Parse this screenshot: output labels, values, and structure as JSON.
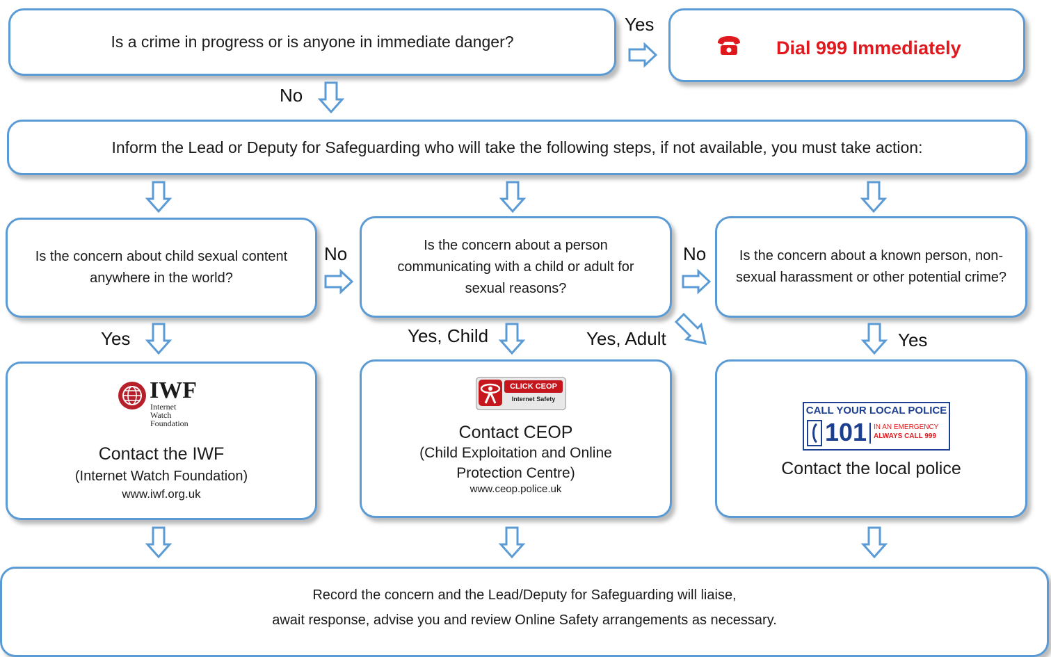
{
  "q1": "Is a crime in progress or is anyone in immediate danger?",
  "dial": "Dial 999 Immediately",
  "yes_top": "Yes",
  "no_top": "No",
  "inform": "Inform the Lead or Deputy for Safeguarding who will take the following steps, if not available, you must take action:",
  "q_left": "Is the concern about child sexual content anywhere in the world?",
  "q_mid": "Is the concern about a person communicating with a child or adult for sexual reasons?",
  "q_right": "Is the concern about a known person, non-sexual harassment or other potential crime?",
  "no_1": "No",
  "no_2": "No",
  "yes_left": "Yes",
  "yes_child": "Yes, Child",
  "yes_adult": "Yes, Adult",
  "yes_right": "Yes",
  "iwf": {
    "logo_big": "IWF",
    "logo_l1": "Internet",
    "logo_l2": "Watch",
    "logo_l3": "Foundation",
    "title": "Contact the IWF",
    "subtitle": "(Internet Watch Foundation)",
    "url": "www.iwf.org.uk"
  },
  "ceop": {
    "logo_top": "CLICK CEOP",
    "logo_bottom": "Internet Safety",
    "title": "Contact CEOP",
    "subtitle": "(Child Exploitation and Online Protection Centre)",
    "url": "www.ceop.police.uk"
  },
  "police": {
    "logo_top": "CALL YOUR LOCAL POLICE",
    "logo_num": "101",
    "logo_em1": "IN AN EMERGENCY",
    "logo_em2": "ALWAYS CALL 999",
    "title": "Contact the local police"
  },
  "record_l1": "Record the concern and the Lead/Deputy for Safeguarding will liaise,",
  "record_l2": "await response, advise you and review Online Safety arrangements as necessary.",
  "colors": {
    "border": "#5b9bd5",
    "red": "#e0191e",
    "navy": "#1d3f8f"
  }
}
